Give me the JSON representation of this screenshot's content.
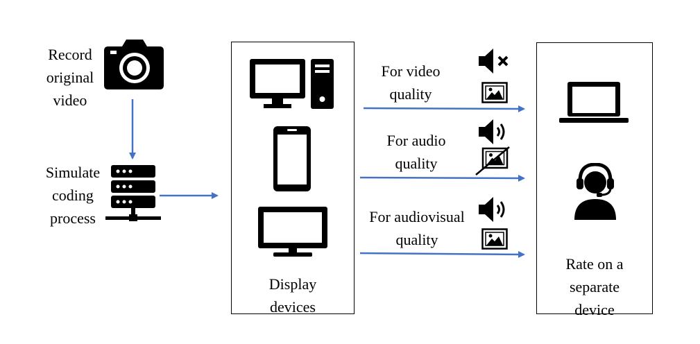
{
  "source": {
    "record_lines": [
      "Record",
      "original",
      "video"
    ],
    "simulate_lines": [
      "Simulate",
      "coding",
      "process"
    ]
  },
  "display_box": {
    "label_lines": [
      "Display",
      "devices"
    ]
  },
  "conditions": [
    {
      "label_lines": [
        "For video",
        "quality"
      ],
      "audio_icon": "speaker-muted-icon",
      "video_icon": "image-icon",
      "video_crossed": false
    },
    {
      "label_lines": [
        "For audio",
        "quality"
      ],
      "audio_icon": "speaker-on-icon",
      "video_icon": "image-crossed-icon",
      "video_crossed": true
    },
    {
      "label_lines": [
        "For audiovisual",
        "quality"
      ],
      "audio_icon": "speaker-on-icon",
      "video_icon": "image-icon",
      "video_crossed": false
    }
  ],
  "rating_box": {
    "label_lines": [
      "Rate on a",
      "separate",
      "device"
    ]
  },
  "icons": {
    "camera": "camera-icon",
    "server": "server-icon",
    "desktop": "desktop-computer-icon",
    "phone": "smartphone-icon",
    "tv": "monitor-icon",
    "laptop": "laptop-icon",
    "person": "person-with-headset-icon"
  },
  "colors": {
    "arrow": "#4472C4",
    "ink": "#000000"
  }
}
